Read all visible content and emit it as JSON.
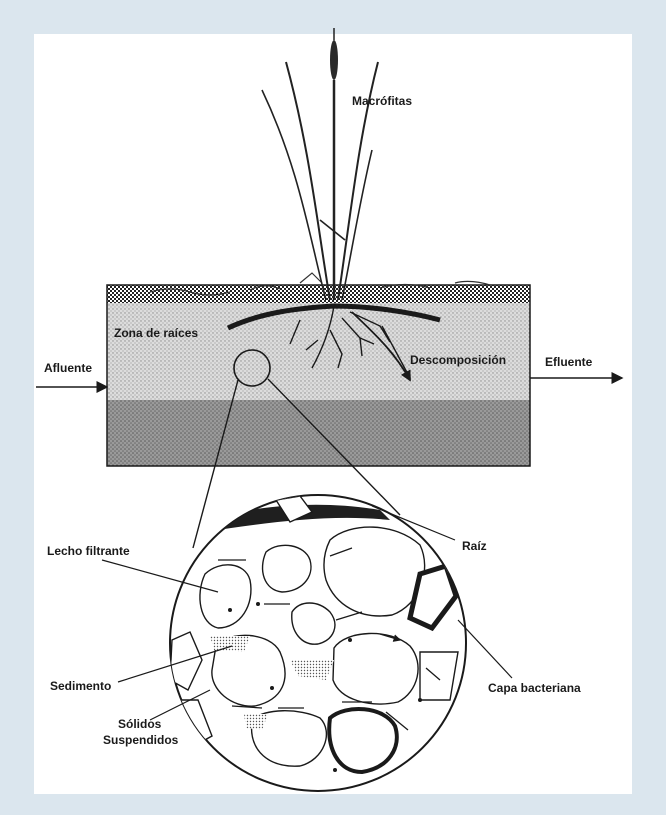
{
  "diagram": {
    "labels": {
      "macrofitas": "Macrófitas",
      "zona_raices": "Zona de raíces",
      "afluente": "Afluente",
      "efluente": "Efluente",
      "descomposicion": "Descomposición",
      "lecho_filtrante": "Lecho filtrante",
      "raiz": "Raíz",
      "sedimento": "Sedimento",
      "capa_bacteriana": "Capa bacteriana",
      "solidos_line1": "Sólidos",
      "solidos_line2": "Suspendidos"
    },
    "colors": {
      "frame_background": "#dbe6ee",
      "panel_background": "#ffffff",
      "gravel_light": "#d9d9d9",
      "gravel_dark": "#8c8c8c",
      "ink": "#1a1a1a"
    }
  }
}
